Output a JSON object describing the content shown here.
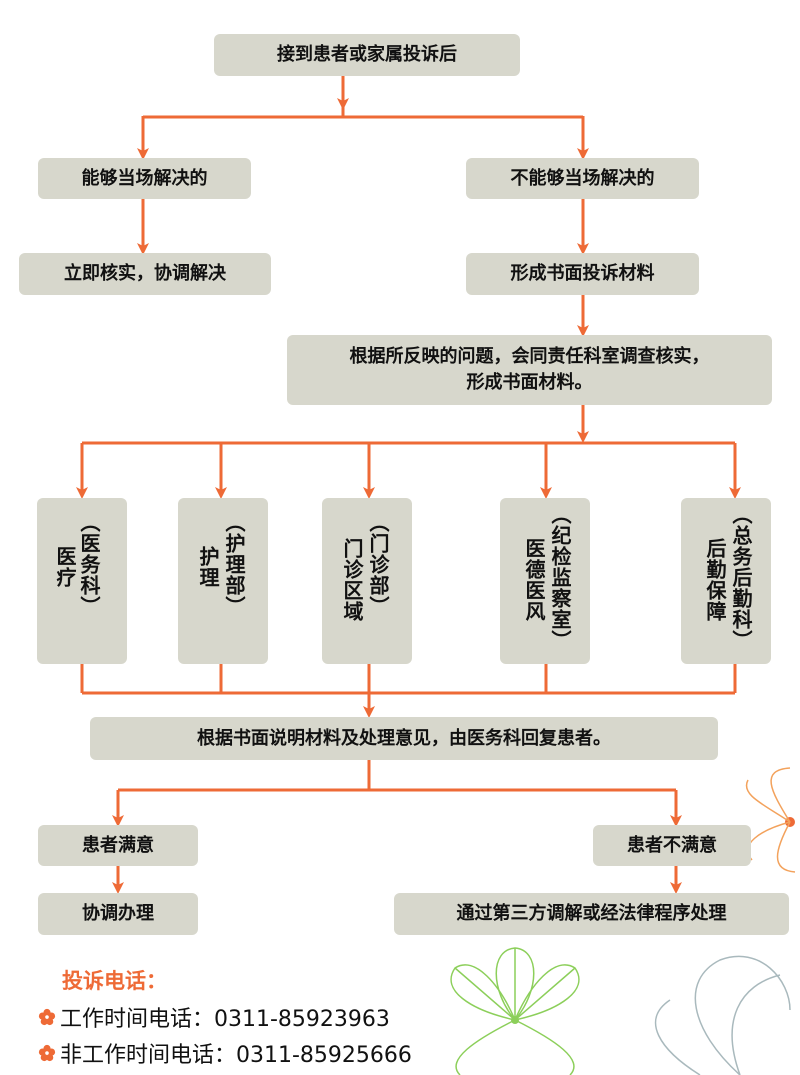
{
  "nodes": {
    "receive": "接到患者或家属投诉后",
    "can_solve": "能够当场解决的",
    "cannot_solve": "不能够当场解决的",
    "verify_now": "立即核实，协调解决",
    "written_complaint": "形成书面投诉材料",
    "investigate_line1": "根据所反映的问题，会同责任科室调查核实，",
    "investigate_line2": "形成书面材料。",
    "reply": "根据书面说明材料及处理意见，由医务科回复患者。",
    "satisfied": "患者满意",
    "unsatisfied": "患者不满意",
    "coordinate": "协调办理",
    "third_party": "通过第三方调解或经法律程序处理"
  },
  "departments": [
    {
      "dept": "（医务科）",
      "area": "医疗"
    },
    {
      "dept": "（护理部）",
      "area": "护理"
    },
    {
      "dept": "（门诊部）",
      "area": "门诊区域"
    },
    {
      "dept": "（纪检监察室）",
      "area": "医德医风"
    },
    {
      "dept": "（总务后勤科）",
      "area": "后勤保障"
    }
  ],
  "contact": {
    "title": "投诉电话：",
    "work_hours": "工作时间电话：0311-85923963",
    "off_hours": "非工作时间电话：0311-85925666"
  },
  "colors": {
    "box_fill": "#d7d7cc",
    "connector": "#ee6a36",
    "accent": "#ee6a36"
  }
}
